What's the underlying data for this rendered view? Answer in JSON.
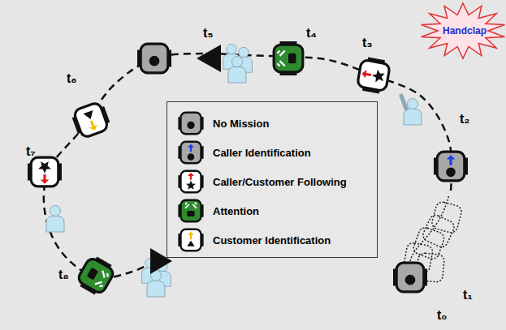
{
  "diagram": {
    "nodes": [
      {
        "text": [
          "Handclap"
        ]
      }
    ],
    "edges": [],
    "labels": [
      "t₀",
      "t₁",
      "t₂",
      "t₃",
      "t₄",
      "t₅",
      "t₆",
      "t₇",
      "t₈"
    ],
    "legend": [
      {
        "text": "No Mission"
      },
      {
        "text": "Caller Identification"
      },
      {
        "text": "Caller/Customer Following"
      },
      {
        "text": "Attention"
      },
      {
        "text": "Customer Identification"
      }
    ]
  }
}
